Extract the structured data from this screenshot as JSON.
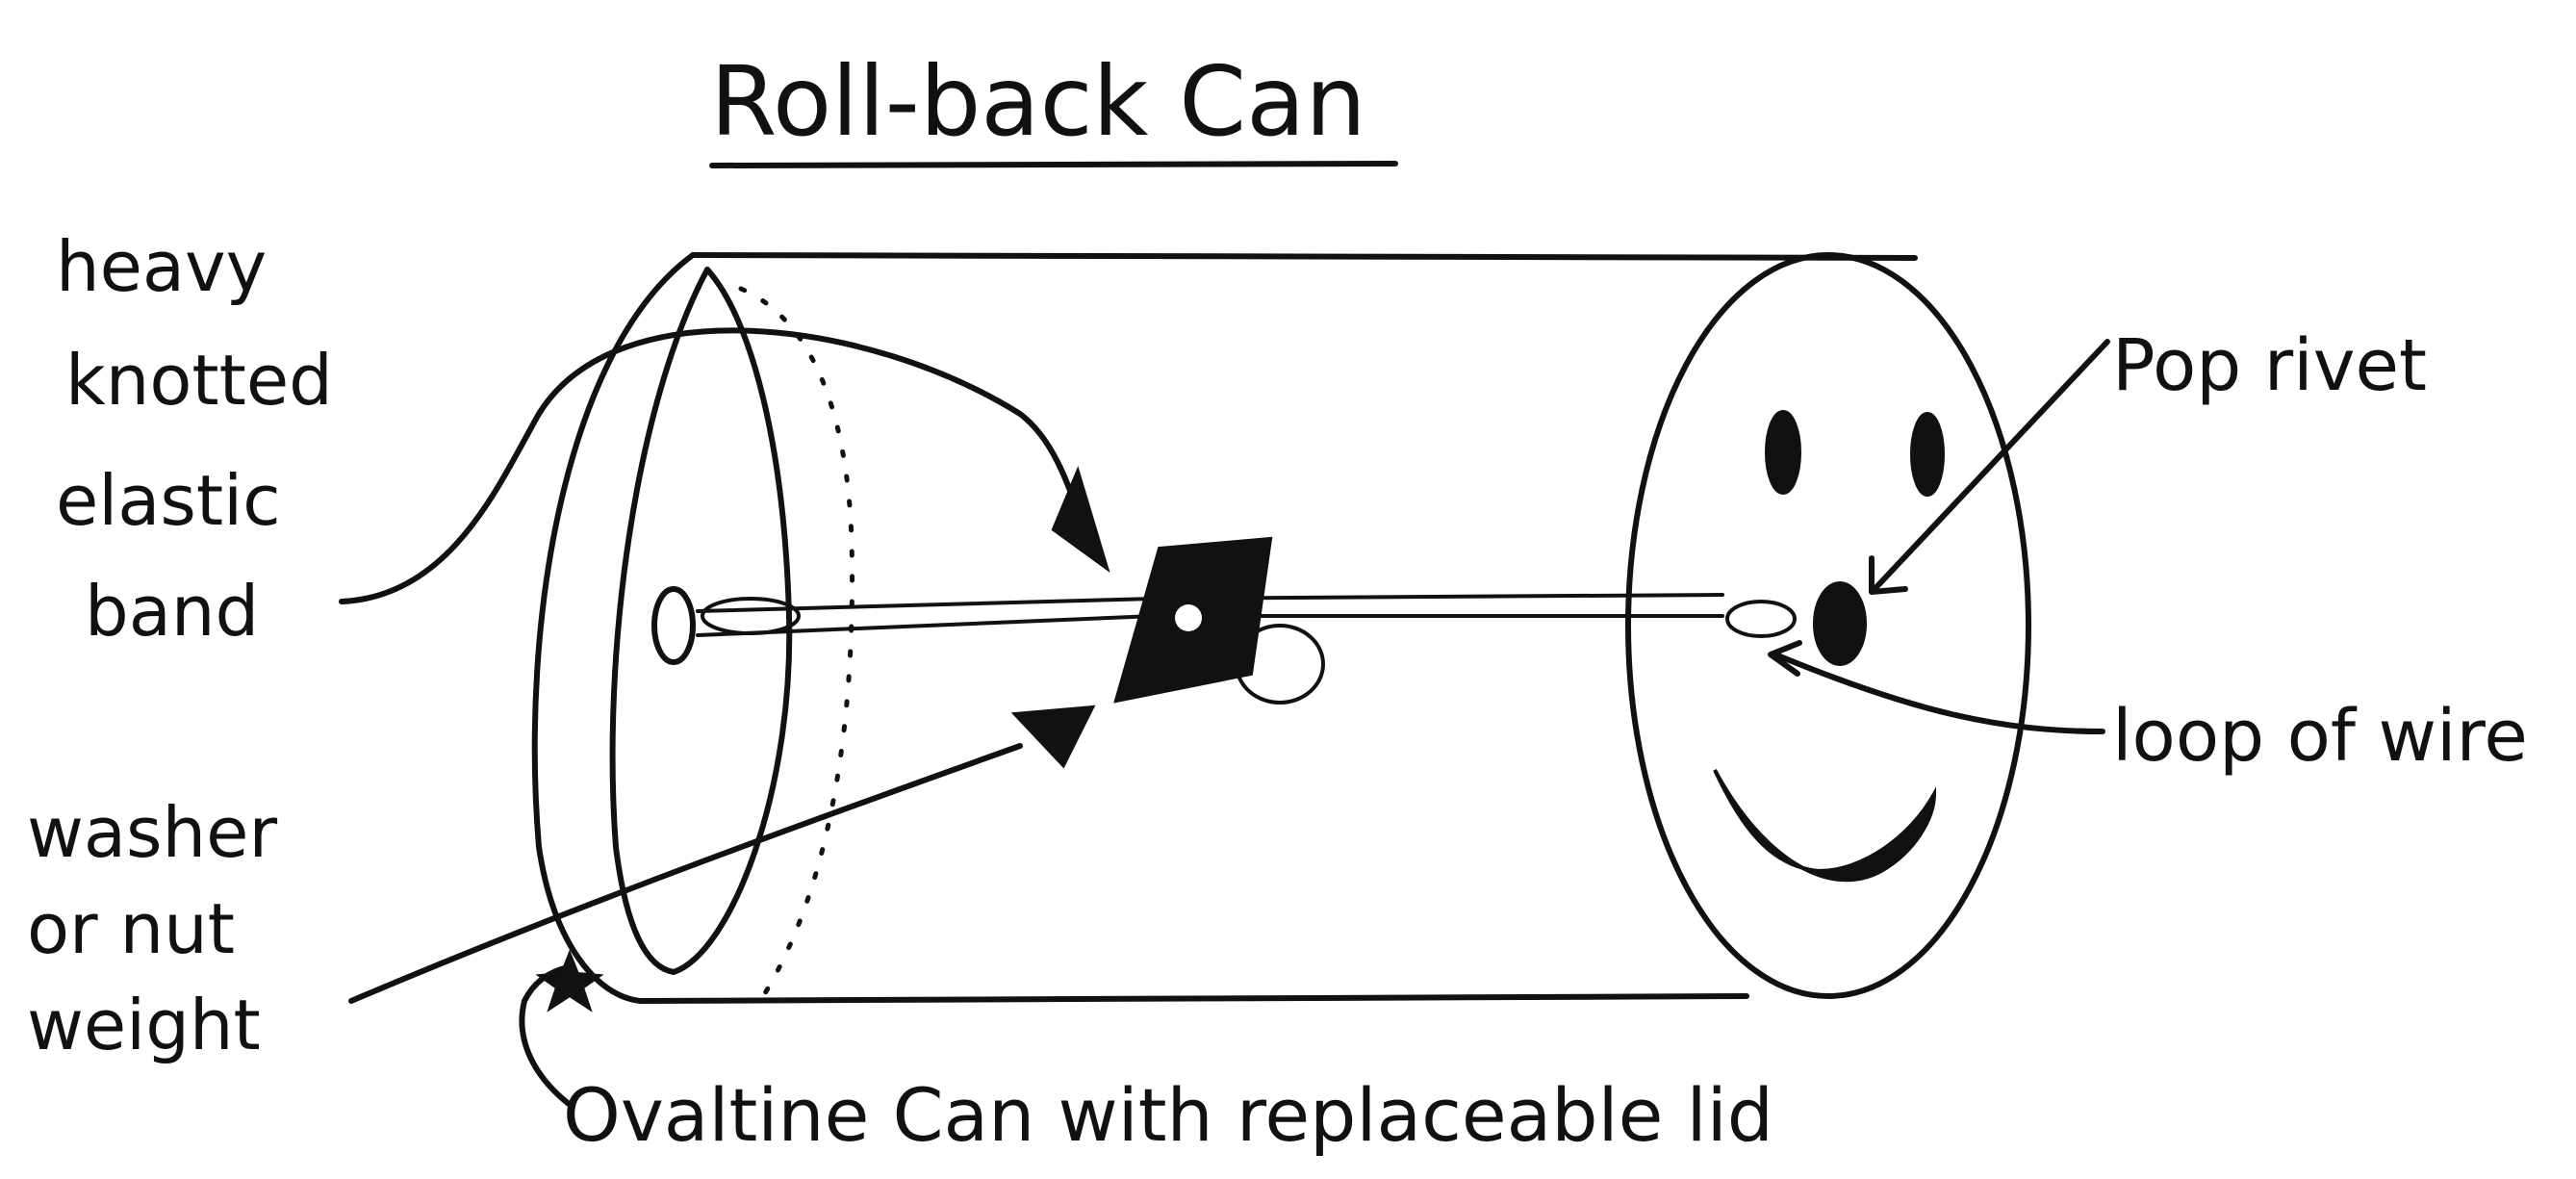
{
  "title": "Roll-back Can",
  "labels": {
    "elastic": [
      "heavy",
      "knotted",
      "elastic",
      "band"
    ],
    "rivet": "Pop rivet",
    "wire": "loop of wire",
    "weight": [
      "washer",
      "or nut",
      "weight"
    ],
    "can": "Ovaltine Can with replaceable lid"
  },
  "colors": {
    "ink": "#111111",
    "paper": "#ffffff"
  }
}
